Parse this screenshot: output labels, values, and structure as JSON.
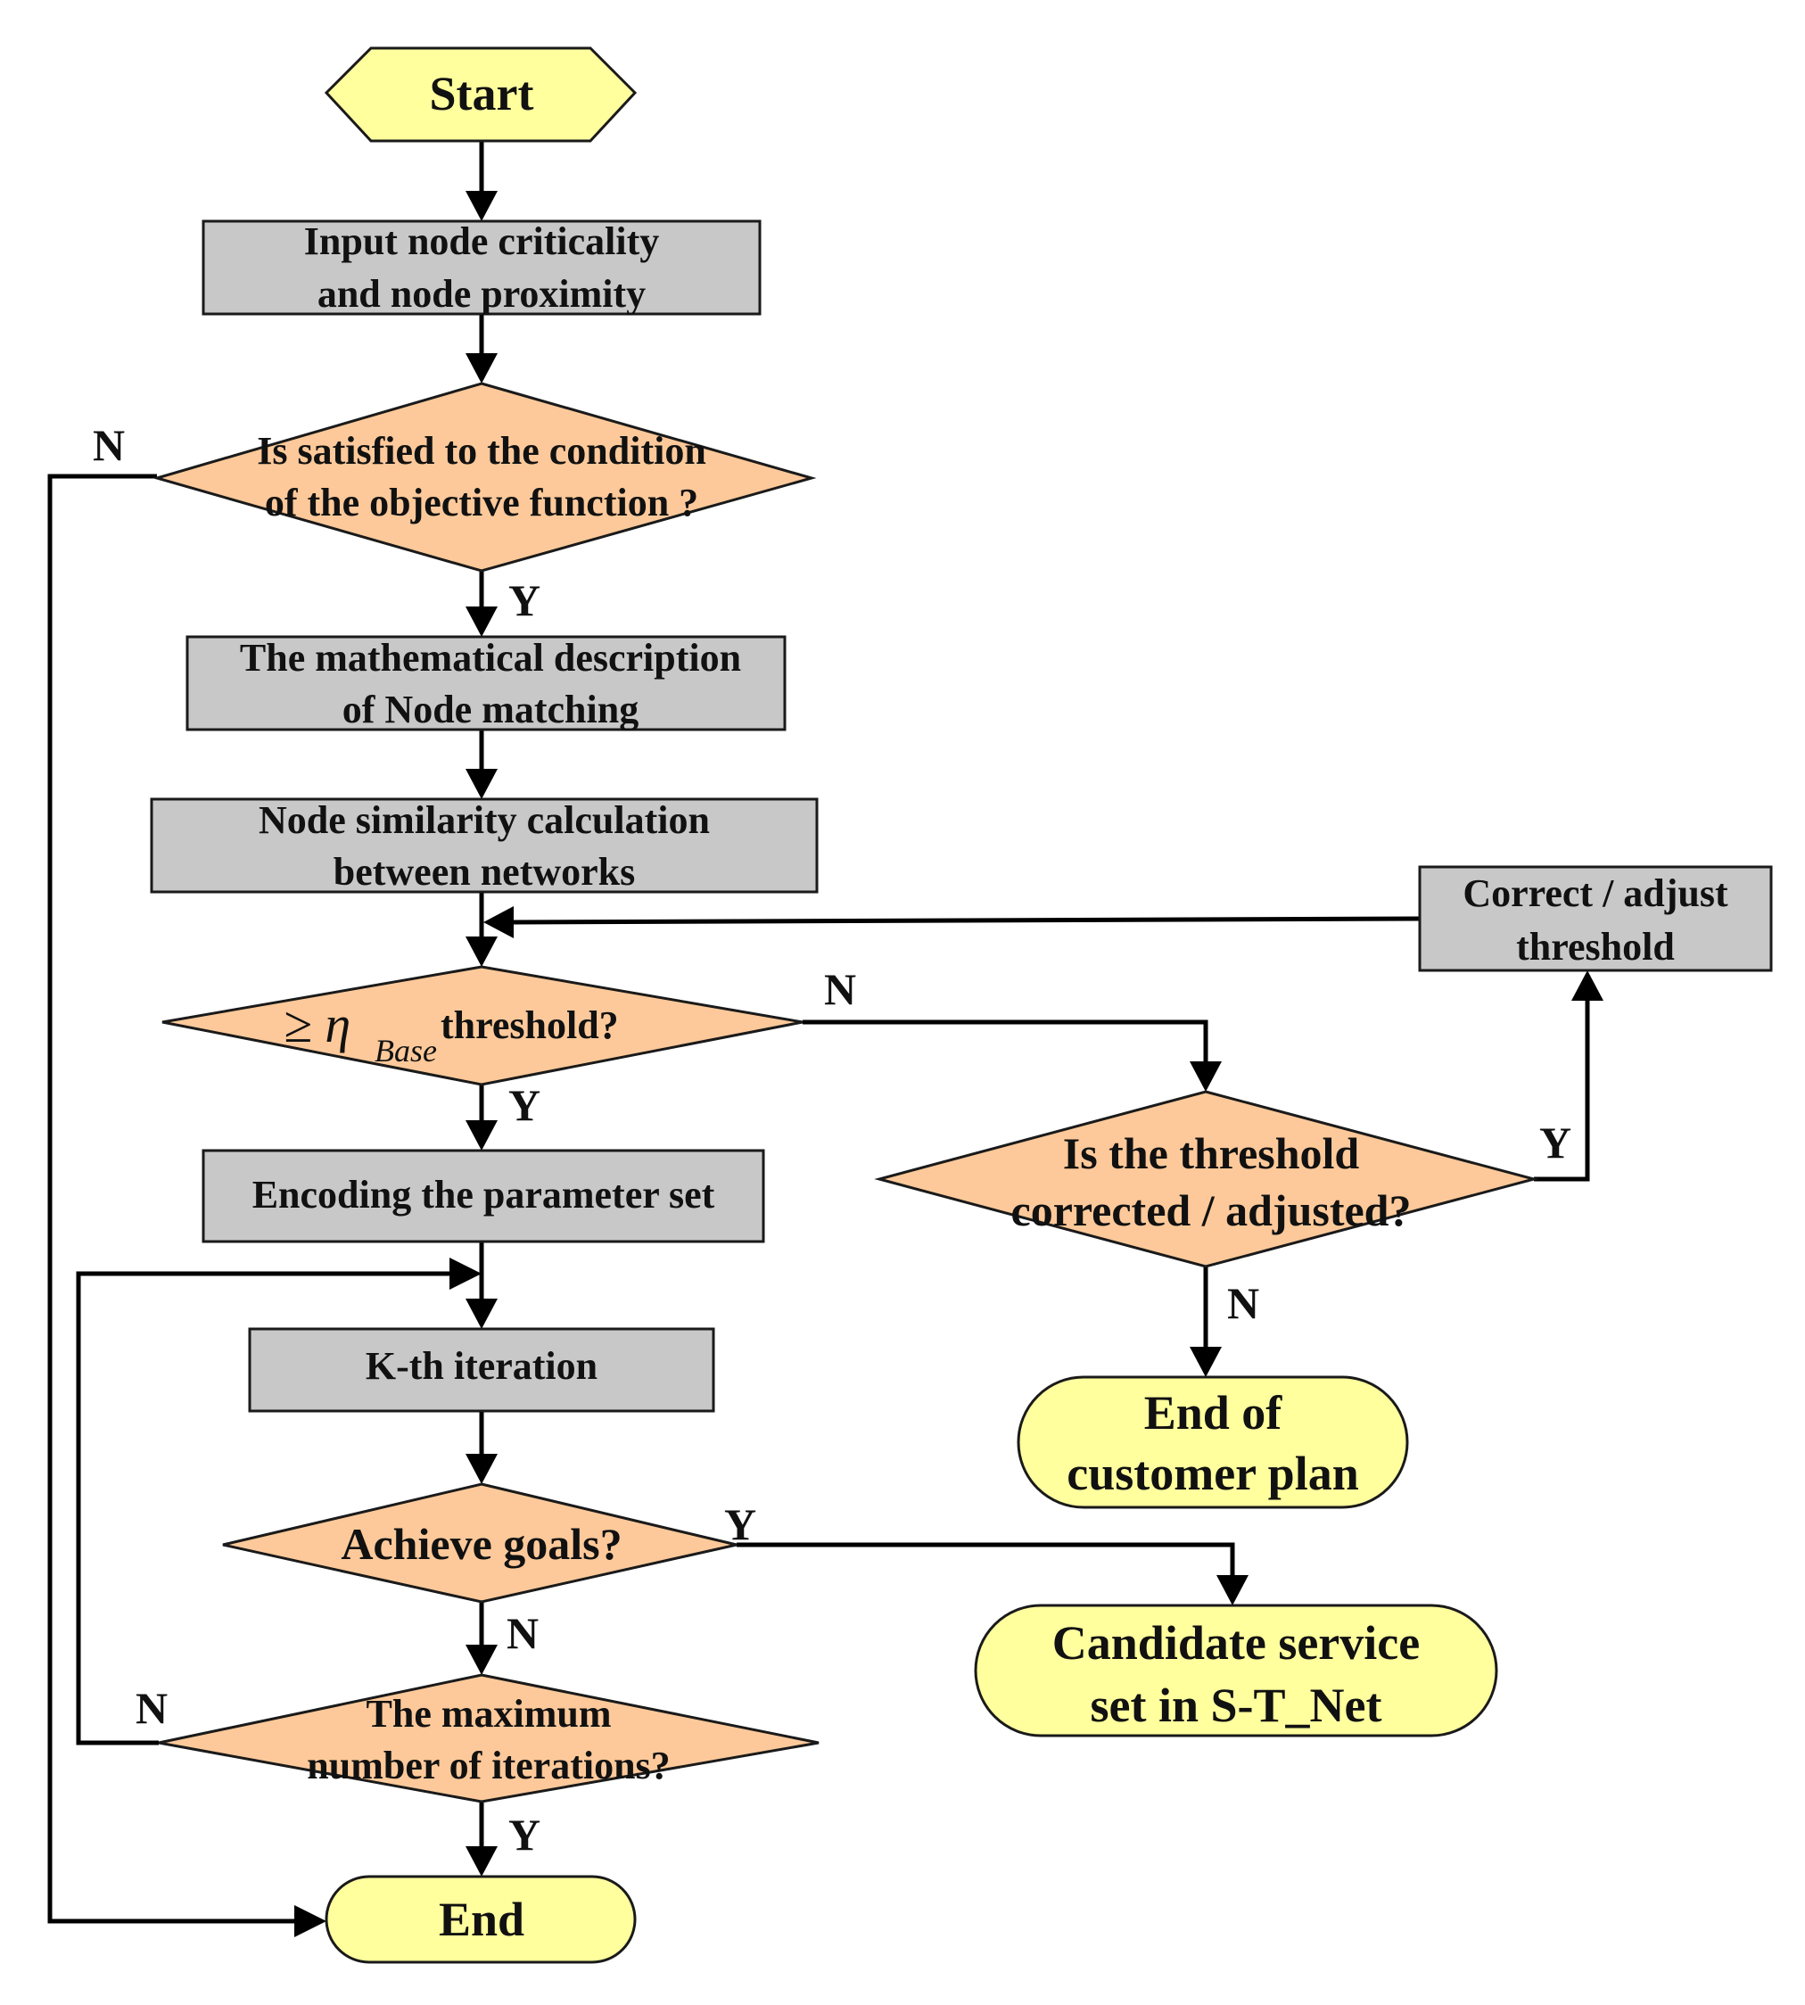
{
  "colors": {
    "process": "#c8c8c8",
    "decision": "#fdc99a",
    "terminal": "#ffff9e",
    "line": "#000000",
    "stroke": "#1a1a1a"
  },
  "start": {
    "label": "Start"
  },
  "input": {
    "line1": "Input node criticality",
    "line2": "and node proximity"
  },
  "cond": {
    "line1": "Is satisfied to the condition",
    "line2": "of the objective function ?"
  },
  "mathdesc": {
    "line1": "The mathematical description",
    "line2": "of Node matching"
  },
  "similarity": {
    "line1": "Node similarity calculation",
    "line2": "between networks"
  },
  "threshold": {
    "symbol": "≥ η",
    "subscript": "Base",
    "text": "threshold?"
  },
  "encode": {
    "label": "Encoding the parameter set"
  },
  "kth": {
    "label": "K-th iteration"
  },
  "goals": {
    "label": "Achieve goals?"
  },
  "maxiter": {
    "line1": "The maximum",
    "line2": "number of iterations?"
  },
  "end": {
    "label": "End"
  },
  "correct": {
    "line1": "Correct / adjust",
    "line2": "threshold"
  },
  "corrected": {
    "line1": "Is the threshold",
    "line2": "corrected / adjusted?"
  },
  "endplan": {
    "line1": "End of",
    "line2": "customer plan"
  },
  "candidate": {
    "line1": "Candidate service",
    "line2": "set in S-T_Net"
  },
  "edge_labels": {
    "cond_yes": "Y",
    "cond_no": "N",
    "threshold_yes": "Y",
    "threshold_no": "N",
    "corrected_yes": "Y",
    "corrected_no": "N",
    "goals_yes": "Y",
    "goals_no": "N",
    "maxiter_yes": "Y",
    "maxiter_no": "N"
  }
}
